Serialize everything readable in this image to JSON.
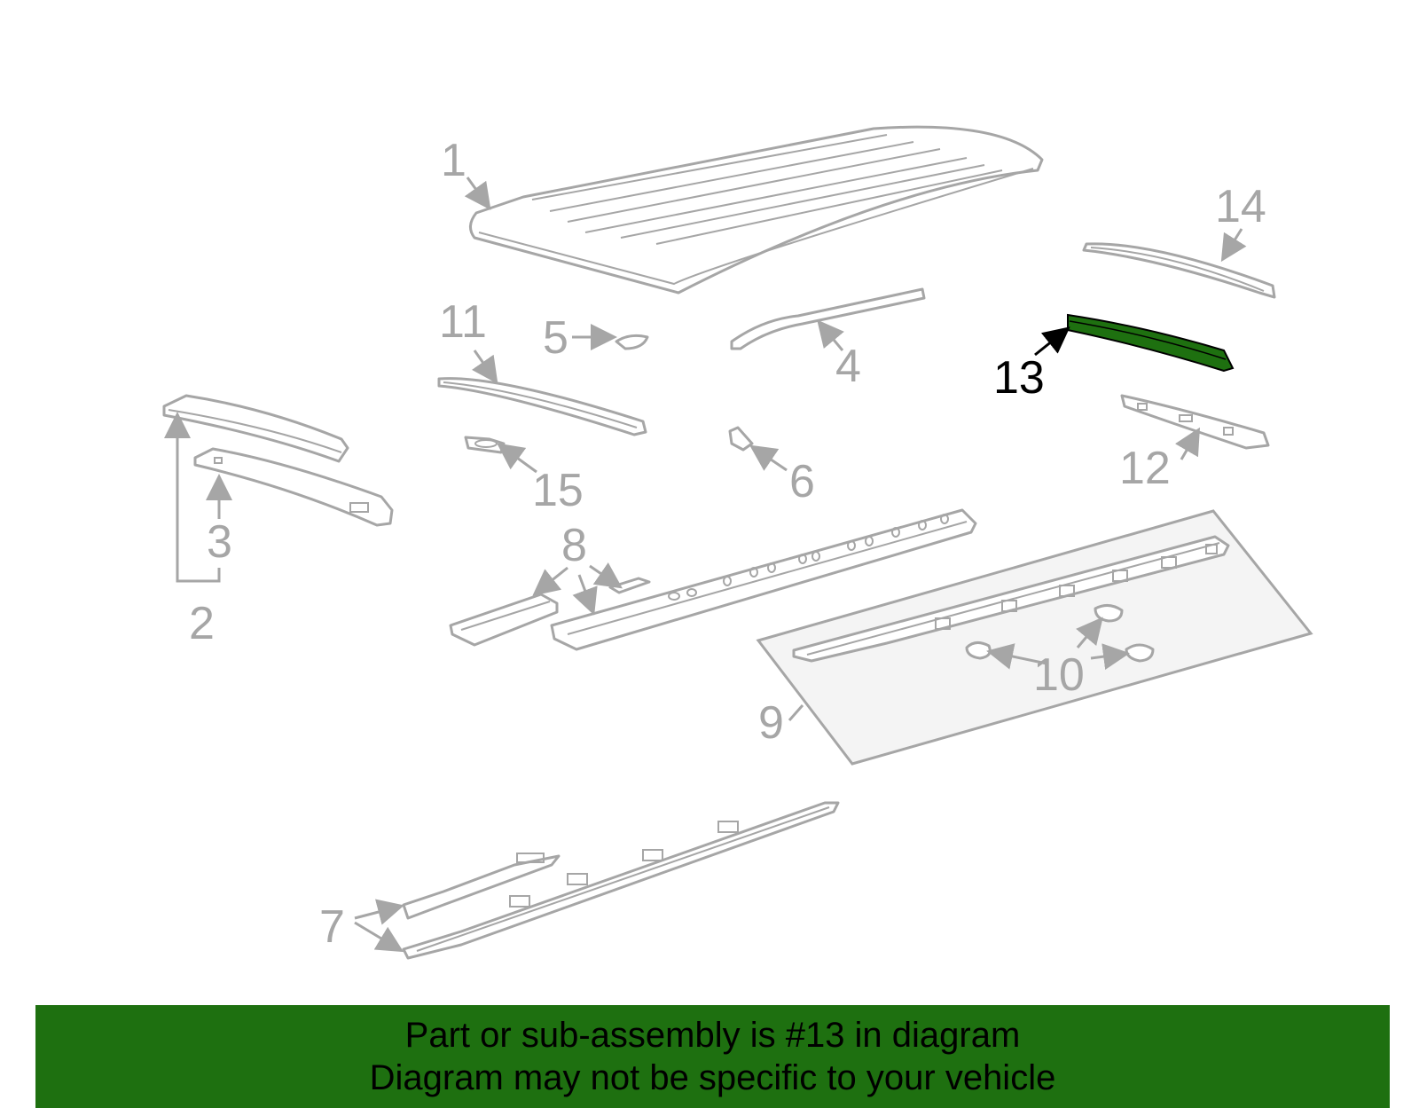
{
  "diagram": {
    "callouts": [
      "1",
      "2",
      "3",
      "4",
      "5",
      "6",
      "7",
      "8",
      "9",
      "10",
      "11",
      "12",
      "13",
      "14",
      "15"
    ],
    "highlighted_callout": "13",
    "colors": {
      "part_stroke": "#a6a6a6",
      "highlight_fill": "#1e7010",
      "panel_fill": "#f4f4f4",
      "banner_bg": "#1e7010"
    }
  },
  "banner": {
    "line1": "Part or sub-assembly is #13 in diagram",
    "line2": "Diagram may not be specific to your vehicle"
  }
}
